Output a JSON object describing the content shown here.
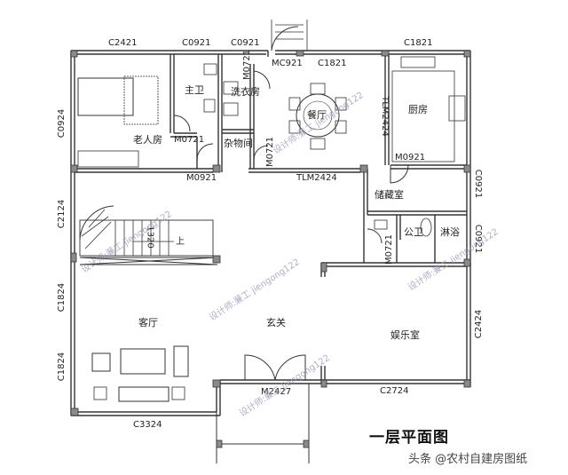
{
  "plan": {
    "title": "一层平面图",
    "credit": "头条 @农村自建房图纸",
    "watermark": "设计师:蒹工 jiengong122"
  },
  "rooms": [
    {
      "id": "elder-room",
      "label": "老人房"
    },
    {
      "id": "master-bath",
      "label": "主卫"
    },
    {
      "id": "laundry",
      "label": "洗衣房"
    },
    {
      "id": "storage-closet",
      "label": "杂物间"
    },
    {
      "id": "dining",
      "label": "餐厅"
    },
    {
      "id": "kitchen",
      "label": "厨房"
    },
    {
      "id": "storeroom",
      "label": "储藏室"
    },
    {
      "id": "public-bath",
      "label": "公卫"
    },
    {
      "id": "shower",
      "label": "淋浴"
    },
    {
      "id": "living-room",
      "label": "客厅"
    },
    {
      "id": "foyer",
      "label": "玄关"
    },
    {
      "id": "entertainment",
      "label": "娱乐室"
    }
  ],
  "windows": {
    "top": [
      "C2421",
      "C0921",
      "C0921",
      "C1821",
      "C1821"
    ],
    "left": [
      "C0924",
      "C2124",
      "C1824",
      "C1824"
    ],
    "right": [
      "C0921",
      "C0921",
      "C2424"
    ],
    "bottom": [
      "C3324",
      "C2724"
    ]
  },
  "doors": {
    "mc0921": "MC921",
    "m0721_laundry": "M0721",
    "m0721_bath": "M0721",
    "m0721_storage": "M0721",
    "m0721_public": "M0721",
    "m0921_elder": "M0921",
    "m0921_kitchen": "M0921",
    "tlm_dining_v": "TLM2424",
    "tlm_dining_h": "TLM2424",
    "main_entry": "M2427"
  },
  "stair": {
    "width_label": "1320",
    "direction_label": "上"
  },
  "colors": {
    "wall": "#3a3a3a",
    "column": "#8a8a8a",
    "window_fill": "#e8e8e8",
    "watermark": "#9a9ab8"
  }
}
